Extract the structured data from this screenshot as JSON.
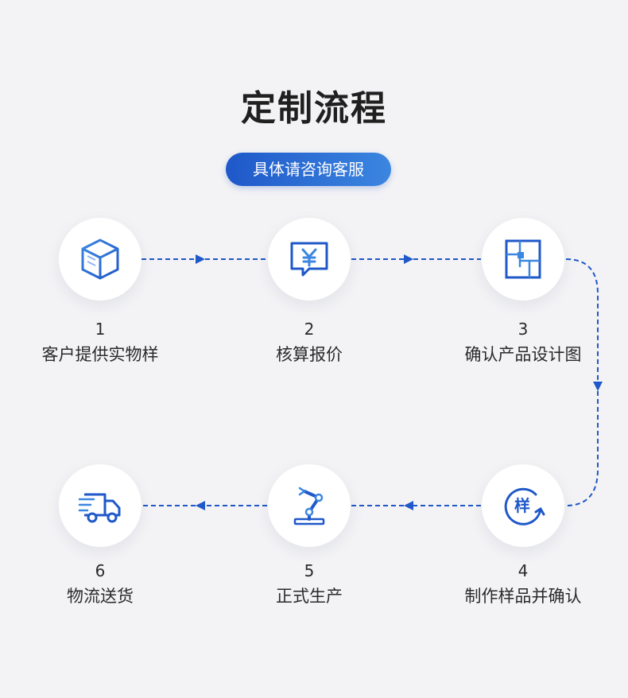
{
  "title": "定制流程",
  "subtitle": "具体请咨询客服",
  "steps": [
    {
      "number": "1",
      "label": "客户提供实物样",
      "icon": "cube-icon"
    },
    {
      "number": "2",
      "label": "核算报价",
      "icon": "yen-chat-icon"
    },
    {
      "number": "3",
      "label": "确认产品设计图",
      "icon": "floor-plan-icon"
    },
    {
      "number": "4",
      "label": "制作样品并确认",
      "icon": "sample-cycle-icon",
      "icon_text": "样"
    },
    {
      "number": "5",
      "label": "正式生产",
      "icon": "robot-arm-icon"
    },
    {
      "number": "6",
      "label": "物流送货",
      "icon": "delivery-truck-icon"
    }
  ],
  "colors": {
    "accent": "#1f58c9",
    "accent_light": "#3b86e0",
    "text": "#2a2a2a"
  }
}
